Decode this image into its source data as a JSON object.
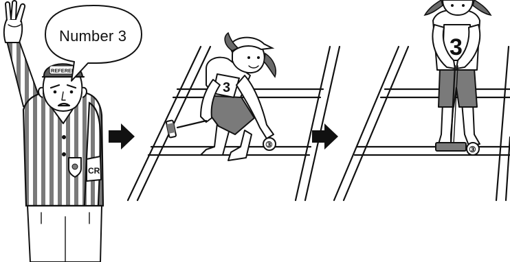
{
  "speech_bubble": {
    "text": "Number 3"
  },
  "referee": {
    "cap_text": "REFEREE",
    "armband_text": "CR"
  },
  "player": {
    "bib_number": "3",
    "ball_number": "③"
  },
  "colors": {
    "ink": "#111111",
    "arrow": "#111111",
    "stripe": "#7a7a7a",
    "background": "#ffffff"
  },
  "icons": [
    "arrow-right-icon",
    "arrow-right-icon"
  ]
}
